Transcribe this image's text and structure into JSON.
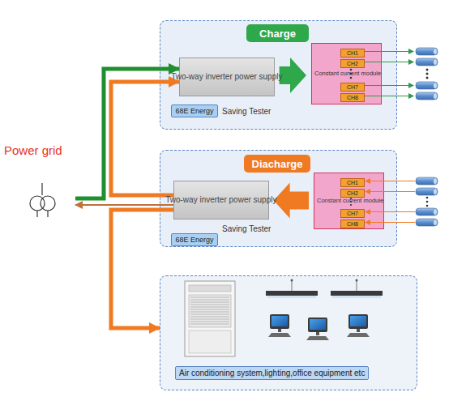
{
  "diagram": {
    "nodes": [
      {
        "text": [
          "Power grid"
        ]
      },
      {
        "text": [
          "Saving Tester"
        ]
      },
      {
        "text": [
          "Charge"
        ],
        "in": 1
      },
      {
        "text": [
          "Two-way inverter power supply"
        ],
        "in": 1
      },
      {
        "text": [
          "Constant current module"
        ],
        "in": 1
      },
      {
        "text": [
          "CH1"
        ],
        "in": 4
      },
      {
        "text": [
          "CH2"
        ],
        "in": 4
      },
      {
        "text": [
          "CH7"
        ],
        "in": 4
      },
      {
        "text": [
          "CH8"
        ],
        "in": 4
      },
      {
        "text": [
          "68E Energy"
        ],
        "in": 1
      },
      {
        "text": [
          "Saving Tester"
        ]
      },
      {
        "text": [
          "Diacharge"
        ],
        "in": 10
      },
      {
        "text": [
          "Two-way inverter power supply"
        ],
        "in": 10
      },
      {
        "text": [
          "Constant current module"
        ],
        "in": 10
      },
      {
        "text": [
          "CH1"
        ],
        "in": 13
      },
      {
        "text": [
          "CH2"
        ],
        "in": 13
      },
      {
        "text": [
          "CH7"
        ],
        "in": 13
      },
      {
        "text": [
          "CH8"
        ],
        "in": 13
      },
      {
        "text": [
          "68E Energy"
        ],
        "in": 10
      },
      {
        "text": [
          "Air conditioning system,lighting,office equipment etc"
        ]
      }
    ],
    "edges": [
      {
        "from": 0,
        "to": 3,
        "arrow": "to"
      },
      {
        "from": 12,
        "to": 3,
        "arrow": "to"
      },
      {
        "from": 12,
        "to": 0,
        "arrow": "to"
      },
      {
        "from": 12,
        "to": 19,
        "arrow": "to"
      },
      {
        "from": 3,
        "to": 4,
        "arrow": "to"
      },
      {
        "from": 13,
        "to": 12,
        "arrow": "to"
      }
    ]
  }
}
